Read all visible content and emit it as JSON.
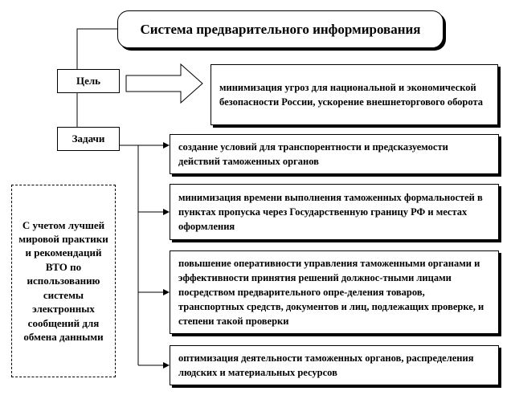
{
  "title": "Система предварительного информирования",
  "goal_label": "Цель",
  "tasks_label": "Задачи",
  "goal_text": "минимизация угроз для национальной и экономической безопасности России, ускорение внешнеторгового оборота",
  "tasks": [
    "создание условий для транспорентности и предсказуемости действий таможенных органов",
    "минимизация времени выполнения таможенных формальностей в пунктах пропуска через Государственную границу РФ и местах оформления",
    "повышение оперативности управления таможенными органами и эффективности принятия решений должнос-тными лицами посредством предварительного опре-деления товаров, транспортных средств, документов и лиц, подлежащих проверке, и степени такой проверки",
    "оптимизация деятельности таможенных органов, распределения людских и материальных ресурсов"
  ],
  "note": "С учетом лучшей мировой практики и рекомендаций ВТО по использованию системы электронных сообщений для обмена данными"
}
